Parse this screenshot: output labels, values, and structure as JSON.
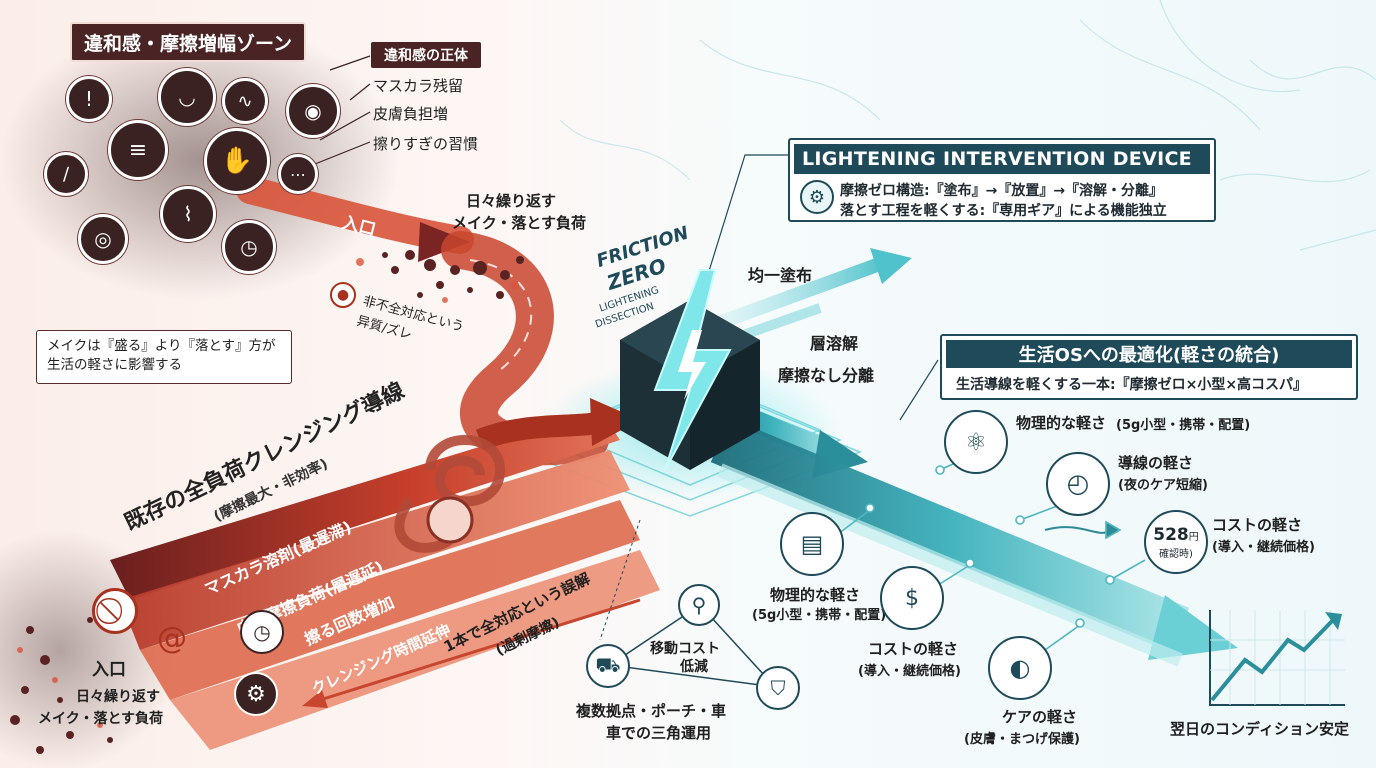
{
  "left": {
    "zone_title": "違和感・摩擦増幅ゾーン",
    "cause_header": "違和感の正体",
    "causes": [
      "マスカラ残留",
      "皮膚負担増",
      "擦りすぎの習慣"
    ],
    "top_load_line1": "日々繰り返す",
    "top_load_line2": "メイク・落とす負荷",
    "entry_top": "入口",
    "mismatch_line1": "非不全対応という",
    "mismatch_line2": "异質/ズレ",
    "note": "メイクは『盛る』より『落とす』方が\n生活の軽さに影響する",
    "main_title": "既存の全負荷クレンジング導線",
    "main_subtitle": "(摩擦最大・非効率)",
    "bands": [
      "マスカラ溶剤(最遅滞)",
      "皮膚摩擦負荷(層遅延)",
      "擦る回数増加",
      "クレンジング時間延伸"
    ],
    "misconception_line1": "1本で全対応という誤解",
    "misconception_line2": "(過剰摩擦)",
    "entry_bottom": "入口",
    "bottom_load_line1": "日々繰り返す",
    "bottom_load_line2": "メイク・落とす負荷"
  },
  "center": {
    "friction_label": "FRICTION",
    "zero_label": "ZERO",
    "lightening_label": "LIGHTENING",
    "dissection_label": "DISSECTION",
    "flow_uniform": "均一塗布",
    "flow_dissolve": "層溶解",
    "flow_separate": "摩擦なし分離"
  },
  "device_panel": {
    "title": "LIGHTENING INTERVENTION DEVICE",
    "line1": "摩擦ゼロ構造:『塗布』→『放置』→『溶解・分離』",
    "line2": "落とす工程を軽くする:『専用ギア』による機能独立"
  },
  "os_panel": {
    "title": "生活OSへの最適化(軽さの統合)",
    "line": "生活導線を軽くする一本:『摩擦ゼロ×小型×高コスパ』"
  },
  "benefits_right": [
    {
      "title": "物理的な軽さ",
      "detail": "(5g小型・携帯・配置)"
    },
    {
      "title": "導線の軽さ",
      "detail": "(夜のケア短縮)"
    },
    {
      "title": "コストの軽さ",
      "detail": "(導入・継続価格)"
    }
  ],
  "price_badge": {
    "value": "528",
    "unit": "円",
    "note": "確認時)"
  },
  "benefits_lower": [
    {
      "title": "物理的な軽さ",
      "detail": "(5g小型・携帯・配置)"
    },
    {
      "title": "コストの軽さ",
      "detail": "(導入・継続価格)"
    },
    {
      "title": "ケアの軽さ",
      "detail": "(皮膚・まつげ保護)"
    }
  ],
  "triangle": {
    "move_cost_line1": "移動コスト",
    "move_cost_line2": "低減",
    "bases_line1": "複数拠点・ポーチ・車",
    "bases_line2": "車での三角運用"
  },
  "outcome": "翌日のコンディション安定",
  "colors": {
    "maroon": "#4a2424",
    "red_orange": "#d9543a",
    "teal_dark": "#1e4a5a",
    "teal": "#3fb3bd",
    "teal_light": "#8fd8dc"
  }
}
